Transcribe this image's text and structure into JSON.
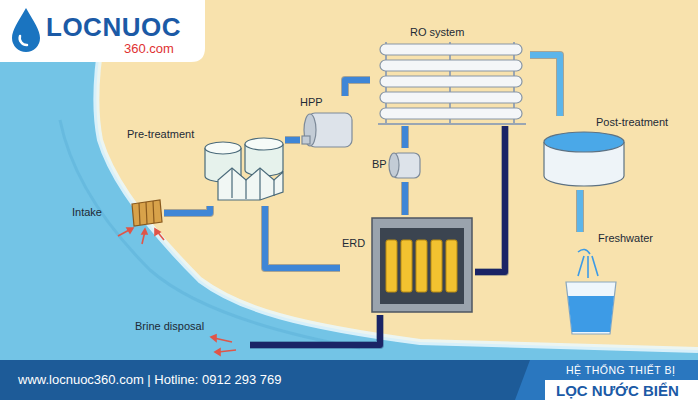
{
  "diagram": {
    "nodes": [
      {
        "text": [
          "Intake"
        ]
      },
      {
        "text": [
          "Pre-treatment"
        ]
      },
      {
        "text": [
          "HPP"
        ]
      },
      {
        "text": [
          "RO system"
        ]
      },
      {
        "text": [
          "BP"
        ]
      },
      {
        "text": [
          "ERD"
        ]
      },
      {
        "text": [
          "Post-treatment"
        ]
      },
      {
        "text": [
          "Freshwater"
        ]
      },
      {
        "text": [
          "Brine disposal"
        ]
      }
    ],
    "edges": [
      {
        "from": 0,
        "to": 1,
        "arrow": "none"
      },
      {
        "from": 1,
        "to": 2,
        "arrow": "none"
      },
      {
        "from": 2,
        "to": 3,
        "arrow": "none"
      },
      {
        "from": 1,
        "to": 5,
        "arrow": "none"
      },
      {
        "from": 5,
        "to": 4,
        "arrow": "none"
      },
      {
        "from": 4,
        "to": 3,
        "arrow": "none"
      },
      {
        "from": 3,
        "to": 5,
        "arrow": "none"
      },
      {
        "from": 5,
        "to": 8,
        "arrow": "none"
      },
      {
        "from": 3,
        "to": 6,
        "arrow": "none"
      },
      {
        "from": 6,
        "to": 7,
        "arrow": "none"
      }
    ],
    "labels": [
      "LOCNUOC",
      "360.com",
      "www.locnuoc360.com | Hotline: 0912 293 769",
      "HỆ THỐNG THIẾT BỊ",
      "LỌC NƯỚC BIỂN"
    ]
  }
}
